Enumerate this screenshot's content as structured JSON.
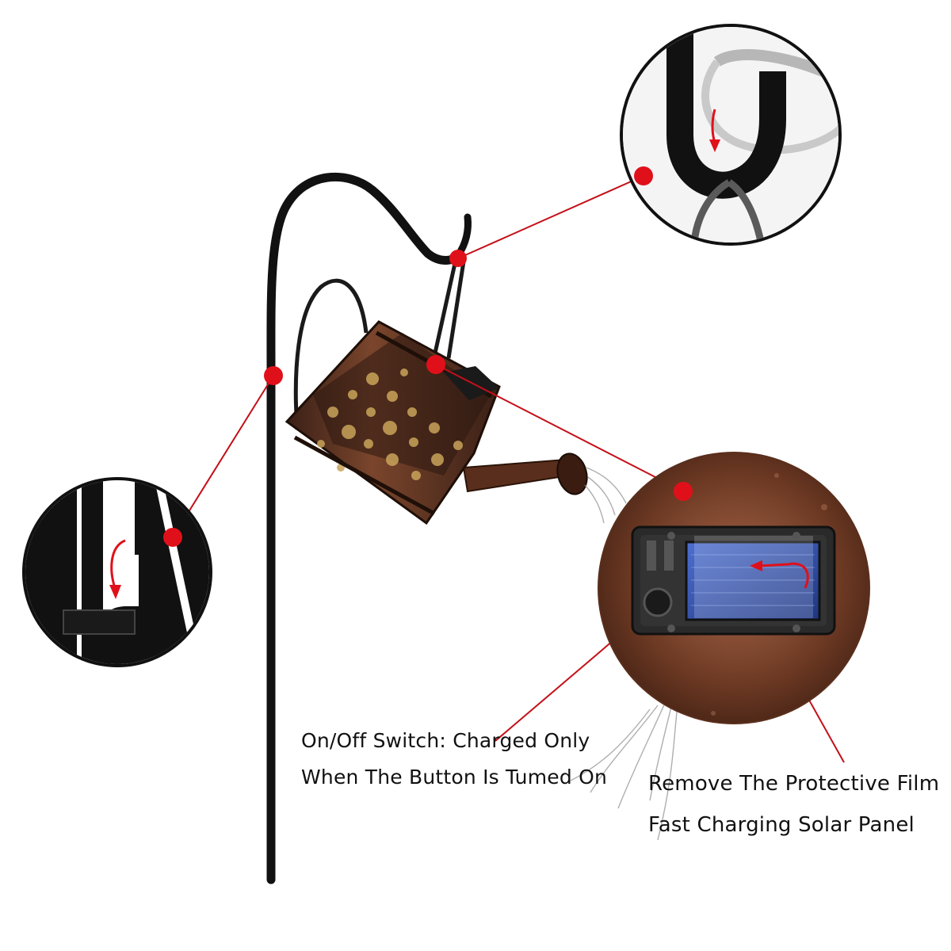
{
  "captions": {
    "switch_line_1": "On/Off Switch: Charged Only",
    "switch_line_2": "When The Button Is Tumed On",
    "film_line_1": "Remove The Protective Film",
    "film_line_2": "Fast Charging Solar Panel"
  },
  "colors": {
    "marker": "#e0101a",
    "leader_line": "#c41018",
    "metal_dark": "#2a1a12",
    "copper": "#8a4a2e",
    "stake": "#111111",
    "solar_blue": "#2e4fa8"
  },
  "icons": {
    "callout_marker": "red-dot-icon",
    "direction_arrow": "curved-arrow-icon"
  }
}
